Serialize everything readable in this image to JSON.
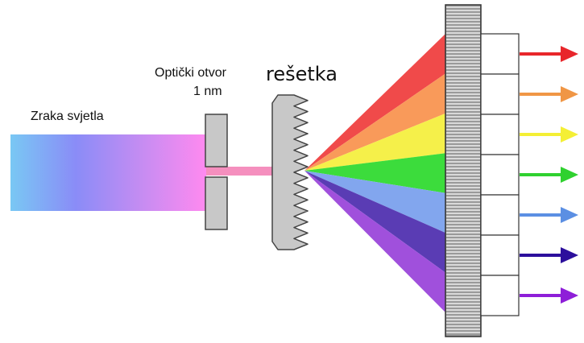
{
  "labels": {
    "light_beam": "Zraka svjetla",
    "slit_line1": "Optički otvor",
    "slit_line2": "1 nm",
    "grating": "rešetka"
  },
  "beam_gradient": [
    "#79c8f4",
    "#8a8cf7",
    "#c58cf2",
    "#ff8af0"
  ],
  "dispersed_bands": [
    {
      "name": "red",
      "color": "#f04a4a",
      "arrow_color": "#e8262b"
    },
    {
      "name": "orange",
      "color": "#f99a5a",
      "arrow_color": "#f09645"
    },
    {
      "name": "yellow",
      "color": "#f5f04a",
      "arrow_color": "#f4ef35"
    },
    {
      "name": "green",
      "color": "#3cdc3c",
      "arrow_color": "#2fd12f"
    },
    {
      "name": "blue",
      "color": "#82a6ee",
      "arrow_color": "#5b8fe3"
    },
    {
      "name": "indigo",
      "color": "#5a3cb4",
      "arrow_color": "#2c0f9c"
    },
    {
      "name": "violet",
      "color": "#a050dc",
      "arrow_color": "#8e1ed8"
    }
  ],
  "colors": {
    "component_fill": "#c8c8c8",
    "outline": "#444444",
    "slit_beam": "#f58fbe"
  },
  "detector_cells": 7
}
